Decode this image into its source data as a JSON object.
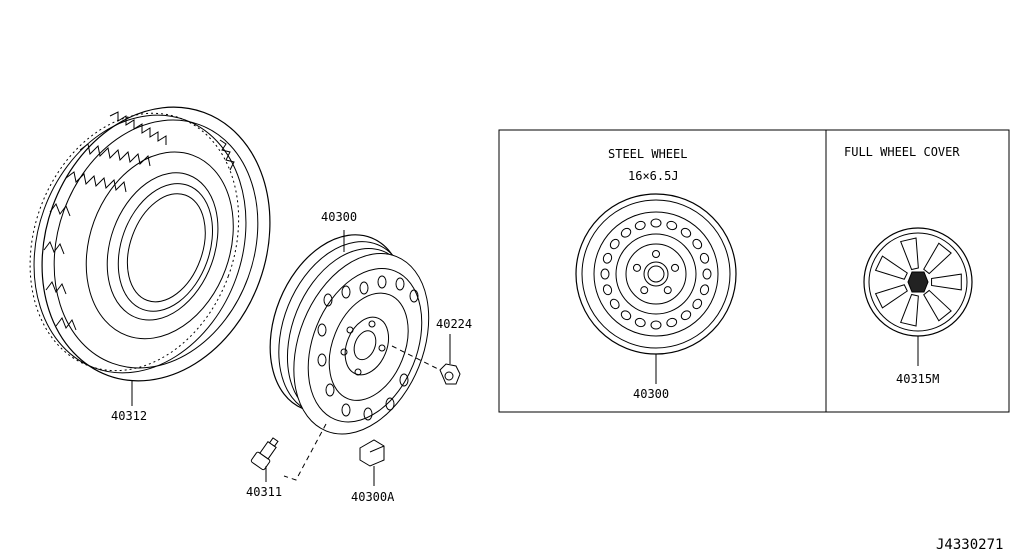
{
  "parts": {
    "tire": "40312",
    "wheel": "40300",
    "nut": "40224",
    "valve": "40311",
    "weight": "40300A"
  },
  "panel_steel": {
    "title": "STEEL WHEEL",
    "size": "16×6.5J",
    "part": "40300"
  },
  "panel_cover": {
    "title": "FULL WHEEL COVER",
    "part": "40315M"
  },
  "drawing_id": "J4330271"
}
